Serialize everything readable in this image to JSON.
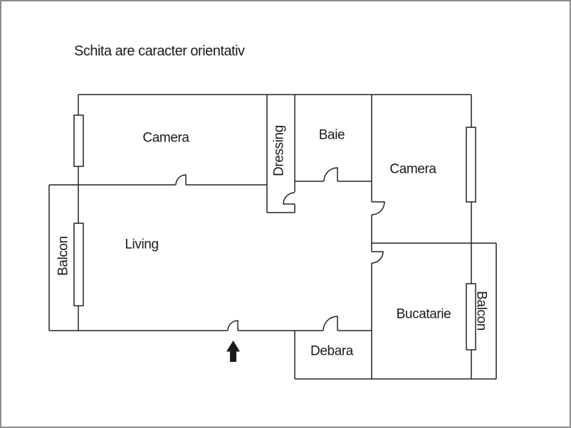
{
  "title": "Schita are caracter orientativ",
  "rooms": {
    "camera_left": "Camera",
    "dressing": "Dressing",
    "baie": "Baie",
    "camera_right": "Camera",
    "living": "Living",
    "balcon_left": "Balcon",
    "bucatarie": "Bucatarie",
    "balcon_right": "Balcon",
    "debara": "Debara"
  },
  "icons": {
    "entrance_arrow": "up-arrow",
    "doors": "quarter-circle-door-swing",
    "windows": "double-line-window"
  },
  "colors": {
    "wall": "#222222",
    "text": "#1a1a1a",
    "frame_border": "#8c8c8c",
    "arrow": "#1a1a1a",
    "background": "#ffffff"
  }
}
